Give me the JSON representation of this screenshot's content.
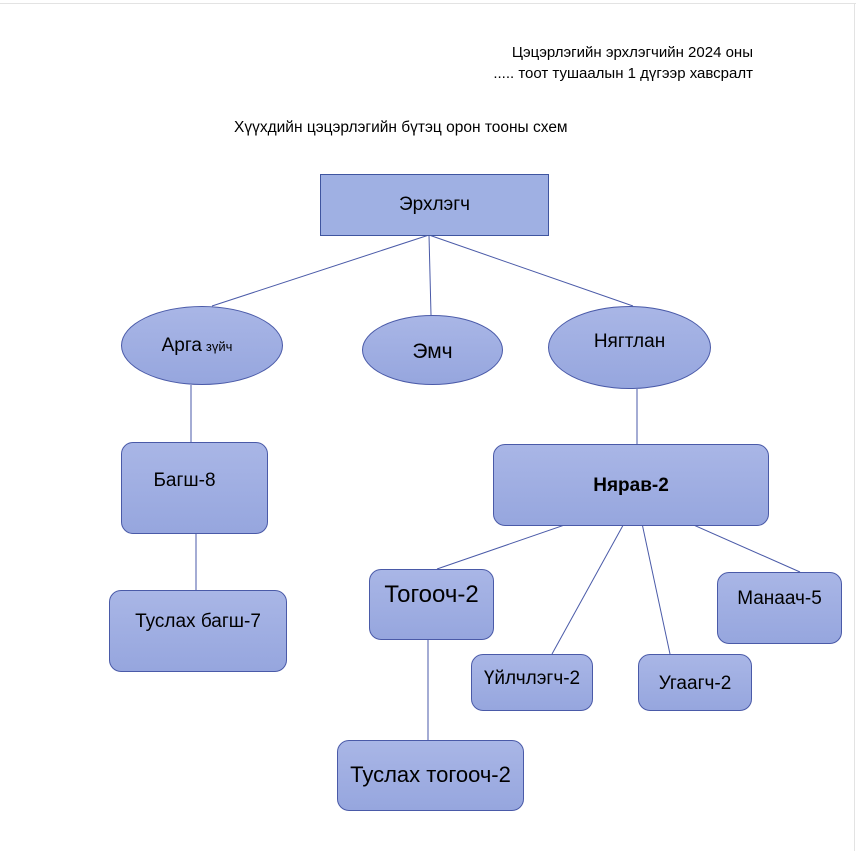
{
  "header": {
    "line1": "Цэцэрлэгийн эрхлэгчийн 2024 оны",
    "line2": "..... тоот тушаалын 1 дүгээр хавсралт"
  },
  "title": "Хүүхдийн цэцэрлэгийн бүтэц орон тооны схем",
  "nodes": {
    "head": "Эрхлэгч",
    "methodist": "Арга",
    "methodist_suffix": "зүйч",
    "doctor": "Эмч",
    "accountant": "Нягтлан",
    "teacher": "Багш-8",
    "assistant_teacher": "Туслах багш-7",
    "storekeeper": "Нярав-2",
    "cook": "Тогооч-2",
    "assistant_cook": "Туслах тогооч-2",
    "servant": "Үйлчлэгч-2",
    "washer": "Угаагч-2",
    "guard": "Манаач-5"
  },
  "colors": {
    "node_fill": "#9fb0e3",
    "node_border": "#4a5aa8",
    "connector": "#4a5aa8"
  }
}
